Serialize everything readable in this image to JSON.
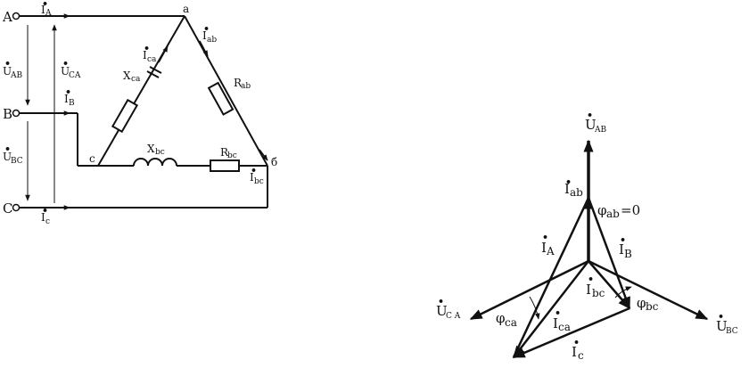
{
  "colors": {
    "ink": "#111111",
    "background": "#ffffff"
  },
  "circuit": {
    "terminals": {
      "A": "A",
      "B": "B",
      "C": "C"
    },
    "nodes": {
      "a": "a",
      "b": "б",
      "c": "c"
    },
    "currents": {
      "IA": {
        "base": "I",
        "sub": "A"
      },
      "IB": {
        "base": "I",
        "sub": "B"
      },
      "IC": {
        "base": "I",
        "sub": "c"
      },
      "Iab": {
        "base": "I",
        "sub": "ab"
      },
      "Ibc": {
        "base": "I",
        "sub": "bc"
      },
      "Ica": {
        "base": "I",
        "sub": "ca"
      }
    },
    "voltages": {
      "UAB": {
        "base": "U",
        "sub": "AB"
      },
      "UBC": {
        "base": "U",
        "sub": "BC"
      },
      "UCA": {
        "base": "U",
        "sub": "CA"
      }
    },
    "elements": {
      "Xca": {
        "base": "X",
        "sub": "ca"
      },
      "Rab": {
        "base": "R",
        "sub": "ab"
      },
      "Xbc": {
        "base": "X",
        "sub": "bc"
      },
      "Rbc": {
        "base": "R",
        "sub": "bc"
      }
    }
  },
  "phasor": {
    "UAB": {
      "base": "U",
      "sub": "AB"
    },
    "UBC": {
      "base": "U",
      "sub": "BC"
    },
    "UCA": {
      "base": "U",
      "sub": "C A"
    },
    "Iab": {
      "base": "I",
      "sub": "ab"
    },
    "Ibc": {
      "base": "I",
      "sub": "bc"
    },
    "Ica": {
      "base": "I",
      "sub": "ca"
    },
    "IA": {
      "base": "I",
      "sub": "A"
    },
    "IB": {
      "base": "I",
      "sub": "B"
    },
    "IC": {
      "base": "I",
      "sub": "c"
    },
    "phi_ab": {
      "base": "φ",
      "sub": "ab",
      "suffix": "=0"
    },
    "phi_bc": {
      "base": "φ",
      "sub": "bc"
    },
    "phi_ca": {
      "base": "φ",
      "sub": "ca"
    }
  }
}
